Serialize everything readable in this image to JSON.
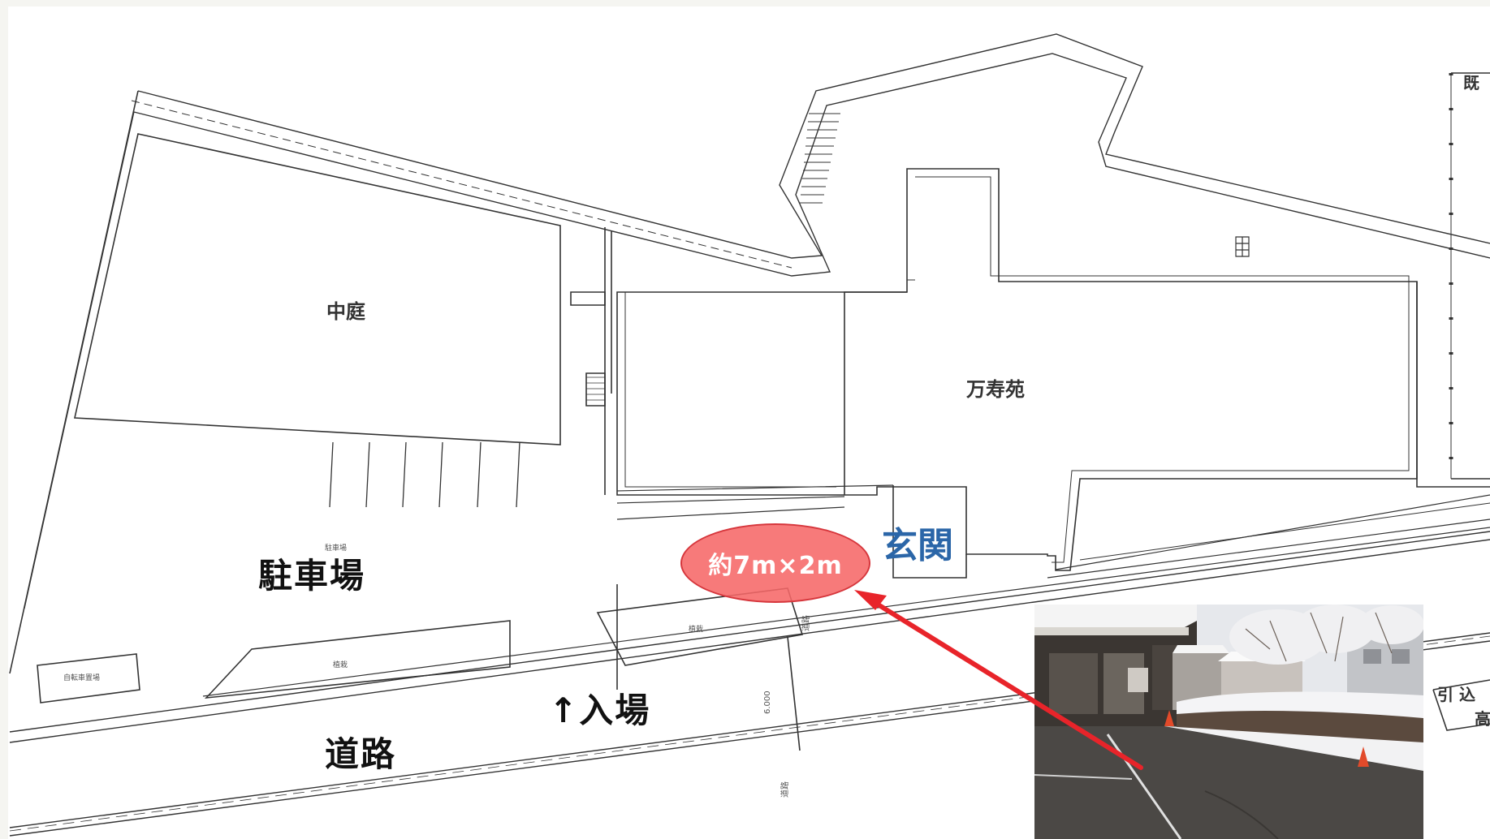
{
  "labels": {
    "courtyard": "中庭",
    "building": "万寿苑",
    "parking": "駐車場",
    "entrance": "玄関",
    "entry": "↑入場",
    "road": "道路",
    "measurement": "約7m×2m"
  },
  "edge_labels": {
    "top_right": "既",
    "bottom_right_1": "引 込",
    "bottom_right_2": "高"
  },
  "tiny_labels": {
    "bike": "自転車置場",
    "planter_left": "植栽",
    "planter_right": "植栽",
    "parking_small": "駐車場",
    "dim_1": "6.000",
    "dim_2": "道路",
    "dim_3": "道路"
  },
  "colors": {
    "measure_fill": "#f66868",
    "arrow": "#e8242a",
    "entrance_text": "#2b66a8",
    "line": "#333333"
  },
  "photo": {
    "icon": "entrance-photo",
    "scene": "snow-covered-entrance-walkway"
  }
}
